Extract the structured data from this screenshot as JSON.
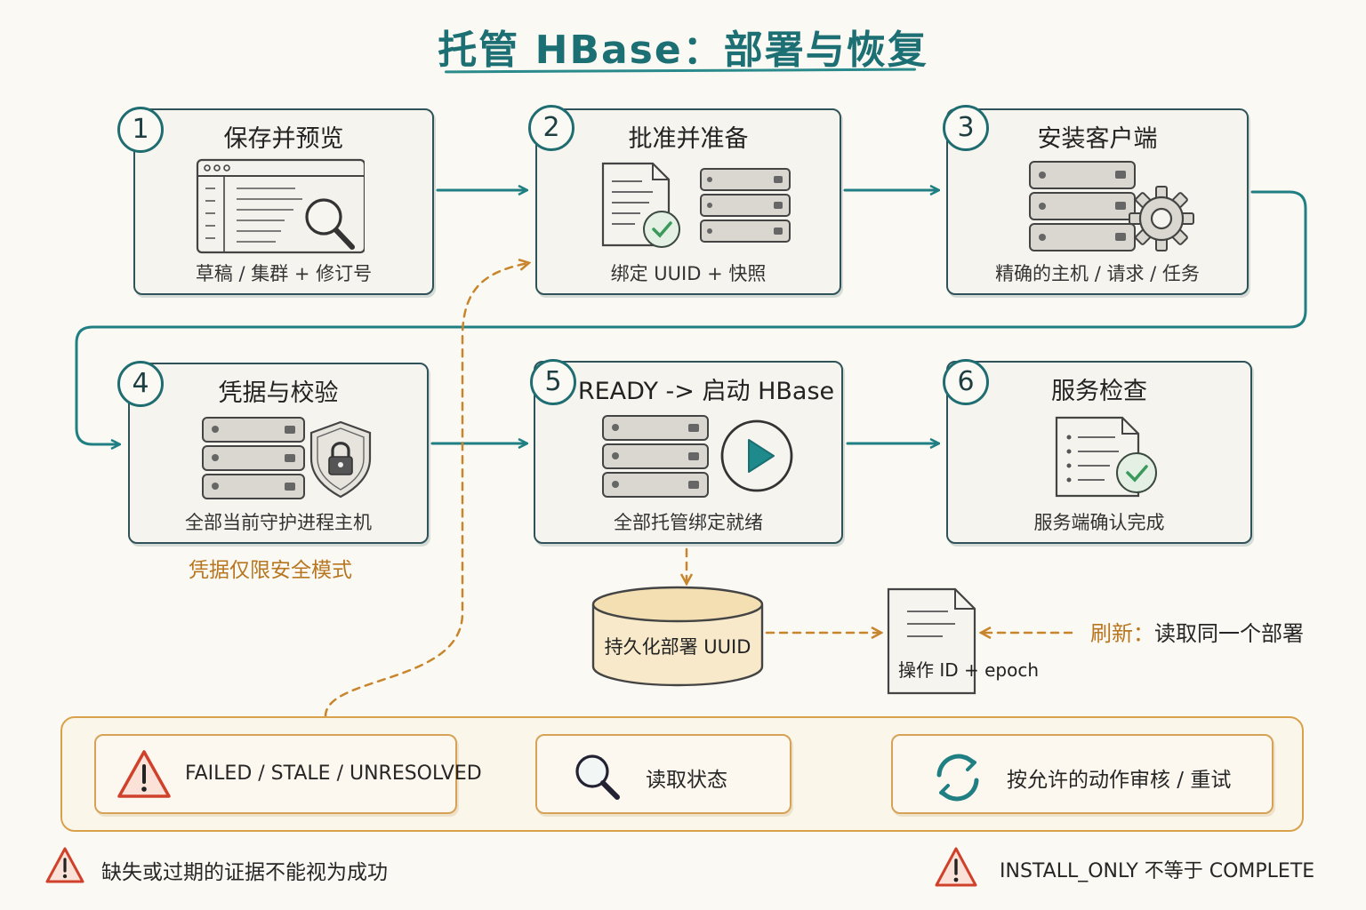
{
  "title": "托管 HBase：部署与恢复",
  "steps": [
    {
      "number": "1",
      "title": "保存并预览",
      "caption": "草稿 / 集群 + 修订号"
    },
    {
      "number": "2",
      "title": "批准并准备",
      "caption": "绑定 UUID + 快照"
    },
    {
      "number": "3",
      "title": "安装客户端",
      "caption": "精确的主机 / 请求 / 任务"
    },
    {
      "number": "4",
      "title": "凭据与校验",
      "caption": "全部当前守护进程主机"
    },
    {
      "number": "5",
      "title": "READY -> 启动 HBase",
      "caption": "全部托管绑定就绪"
    },
    {
      "number": "6",
      "title": "服务检查",
      "caption": "服务端确认完成"
    }
  ],
  "credential_note": "凭据仅限安全模式",
  "persist_label": "持久化部署 UUID",
  "operation_label": "操作 ID + epoch",
  "refresh_note": {
    "prefix": "刷新",
    "text": "读取同一个部署"
  },
  "recovery": {
    "failed_label": "FAILED / STALE / UNRESOLVED",
    "read_status_label": "读取状态",
    "retry_label": "按允许的动作审核 / 重试"
  },
  "warnings": {
    "left": "缺失或过期的证据不能视为成功",
    "right": "INSTALL_ONLY 不等于 COMPLETE"
  },
  "colors": {
    "teal": "#1f7f82",
    "orange": "#c7862d",
    "red": "#d0412b",
    "green": "#3a9a5b"
  }
}
